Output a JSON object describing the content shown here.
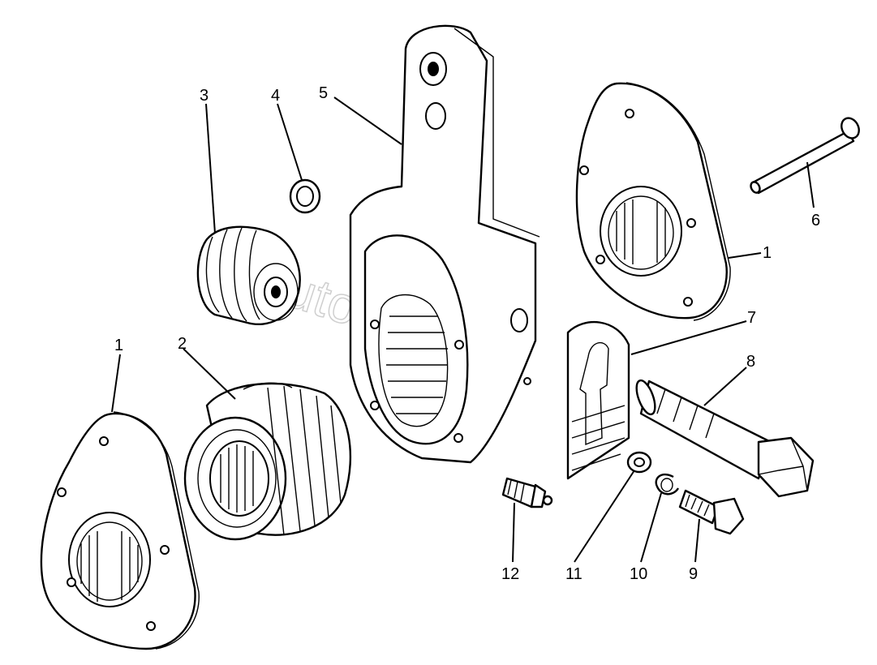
{
  "diagram": {
    "watermark": "AutoSoft.ru",
    "callouts": [
      {
        "id": "c1a",
        "text": "1"
      },
      {
        "id": "c1b",
        "text": "1"
      },
      {
        "id": "c2",
        "text": "2"
      },
      {
        "id": "c3",
        "text": "3"
      },
      {
        "id": "c4",
        "text": "4"
      },
      {
        "id": "c5",
        "text": "5"
      },
      {
        "id": "c6",
        "text": "6"
      },
      {
        "id": "c7",
        "text": "7"
      },
      {
        "id": "c8",
        "text": "8"
      },
      {
        "id": "c9",
        "text": "9"
      },
      {
        "id": "c10",
        "text": "10"
      },
      {
        "id": "c11",
        "text": "11"
      },
      {
        "id": "c12",
        "text": "12"
      }
    ]
  }
}
